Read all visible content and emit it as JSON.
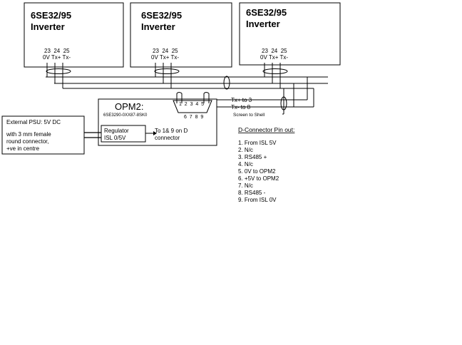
{
  "inverters": [
    {
      "title": "6SE32/95",
      "subtitle": "Inverter",
      "pin_numbers": "23  24  25",
      "pin_labels": "0V Tx+ Tx-"
    },
    {
      "title": "6SE32/95",
      "subtitle": "Inverter",
      "pin_numbers": "23  24  25",
      "pin_labels": "0V Tx+ Tx-"
    },
    {
      "title": "6SE32/95",
      "subtitle": "Inverter",
      "pin_numbers": "23  24  25",
      "pin_labels": "0V Tx+ Tx-"
    }
  ],
  "opm2": {
    "title": "OPM2:",
    "part_number": "6SE3290-0XX87-8SK0",
    "regulator_line1": "Regulator",
    "regulator_line2": "ISL 0/5V",
    "arrow_line1": "To 1& 9 on D",
    "arrow_line2": "connector",
    "pins_top": "1  2  3  4  5",
    "pins_bottom": "6  7  8  9"
  },
  "psu": {
    "line1": "External PSU:  5V DC",
    "line2": "with 3 mm  female",
    "line3": "round connector,",
    "line4": "+ve in centre"
  },
  "connections": {
    "tx_plus": "Tx+ to 3",
    "tx_minus": "Tx- to 8",
    "screen": "Screen to Shell"
  },
  "pinout": {
    "title": "D-Connector Pin out:",
    "items": [
      "1. From ISL 5V",
      "2. N/c",
      "3. RS485 +",
      "4. N/c",
      "5. 0V to OPM2",
      "6. +5V to OPM2",
      "7. N/c",
      "8. RS485 -",
      "9. From ISL 0V"
    ]
  }
}
